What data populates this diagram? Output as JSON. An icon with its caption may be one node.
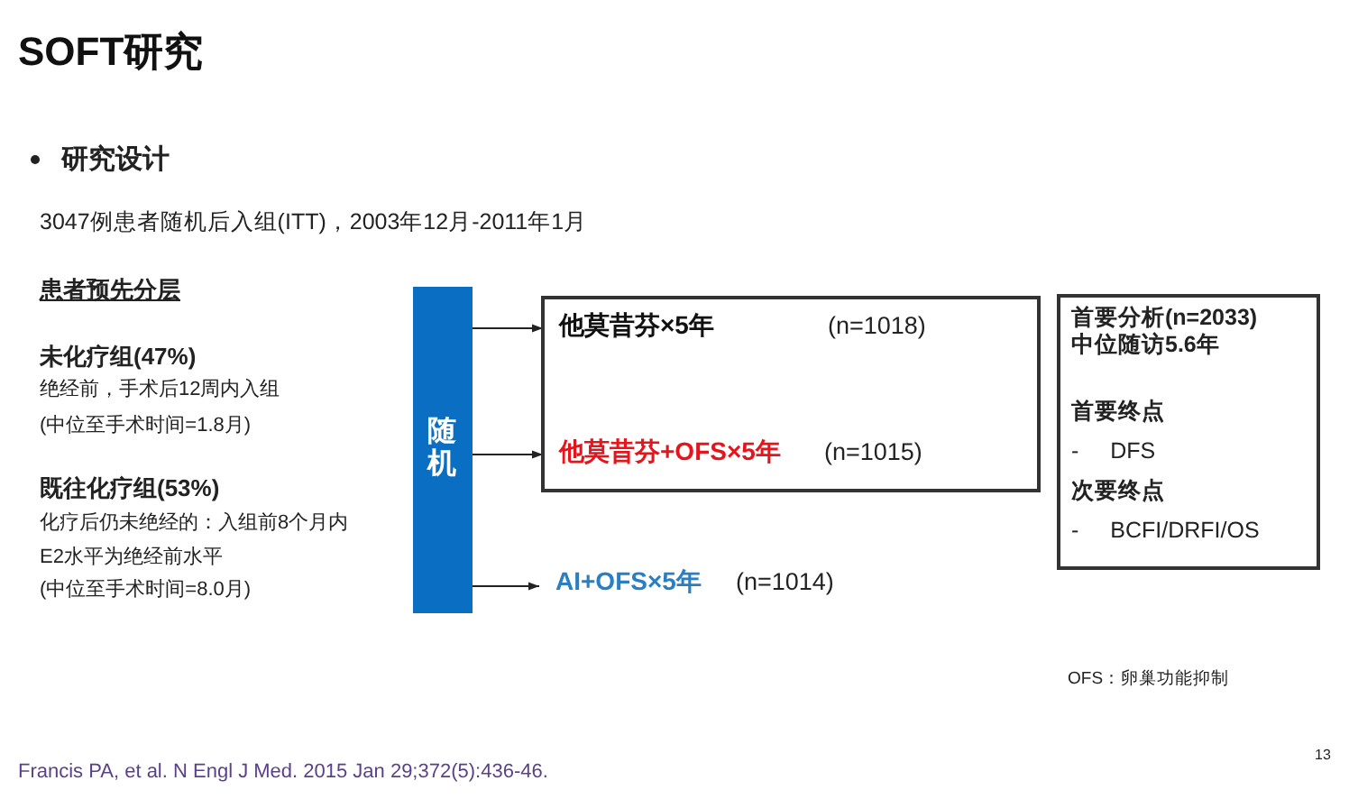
{
  "diagram": {
    "title": "SOFT研究",
    "caption": "Francis PA, et al. N Engl J Med. 2015 Jan 29;372(5):436-46.",
    "nodes": [
      {
        "text": [
          "随机"
        ]
      },
      {
        "text": [],
        "shape": "box"
      },
      {
        "text": [
          "他莫昔芬×5年",
          "(n=1018)"
        ],
        "in": 1
      },
      {
        "text": [
          "他莫昔芬+OFS×5年",
          "(n=1015)"
        ],
        "in": 1
      },
      {
        "text": [
          "AI+OFS×5年",
          "(n=1014)"
        ]
      },
      {
        "text": [
          "首要分析(n=2033) 中位随访5.6年",
          "首要终点",
          "- DFS",
          "次要终点",
          "- BCFI/DRFI/OS"
        ]
      }
    ],
    "edges": [
      {
        "from": 0,
        "to": 2,
        "arrow": "to"
      },
      {
        "from": 0,
        "to": 3,
        "arrow": "to"
      },
      {
        "from": 0,
        "to": 4,
        "arrow": "to"
      }
    ],
    "labels": [
      "研究设计",
      "3047例患者随机后入组(ITT)，2003年12月-2011年1月",
      "患者预先分层",
      "未化疗组(47%)",
      "绝经前，手术后12周内入组",
      "(中位至手术时间=1.8月)",
      "既往化疗组(53%)",
      "化疗后仍未绝经的：入组前8个月内E2水平为绝经前水平",
      "(中位至手术时间=8.0月)",
      "OFS：卵巢功能抑制",
      "13"
    ]
  }
}
